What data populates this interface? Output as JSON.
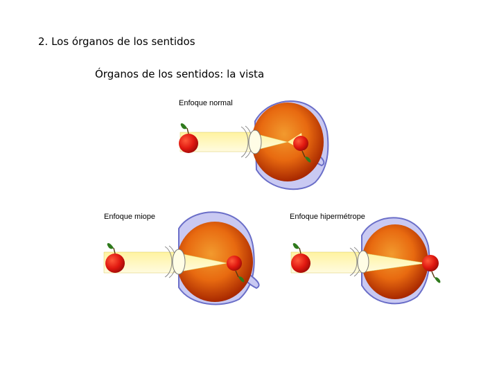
{
  "slide": {
    "heading": "2. Los órganos de los sentidos",
    "subheading": "Órganos de los sentidos: la vista"
  },
  "diagrams": [
    {
      "caption": "Enfoque normal"
    },
    {
      "caption": "Enfoque miope"
    },
    {
      "caption": "Enfoque hipermétrope"
    }
  ],
  "colors": {
    "sclera": "#6a6ec8",
    "sclera_fill": "#c9c9f2",
    "eyeball_core": "#e86a10",
    "eyeball_edge": "#a82800",
    "apple": "#e01810",
    "leaf": "#2f7a1c",
    "light_beam": "#fff7b0",
    "lens": "#fffde6"
  },
  "icons": [
    "apple-icon",
    "eye-icon"
  ]
}
